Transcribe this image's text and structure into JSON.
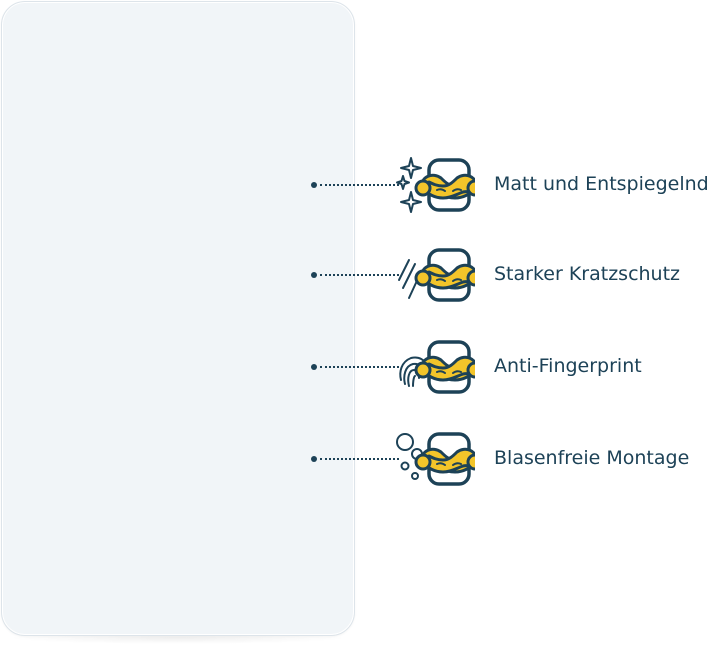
{
  "colors": {
    "navy": "#1d4257",
    "yellow": "#f3c52a",
    "film": "#f1f5f8"
  },
  "features": [
    {
      "label": "Matt und Entspiegelnd",
      "icon": "sparkle-shield-icon"
    },
    {
      "label": "Starker Kratzschutz",
      "icon": "scratch-shield-icon"
    },
    {
      "label": "Anti-Fingerprint",
      "icon": "fingerprint-shield-icon"
    },
    {
      "label": "Blasenfreie Montage",
      "icon": "bubbles-shield-icon"
    }
  ]
}
